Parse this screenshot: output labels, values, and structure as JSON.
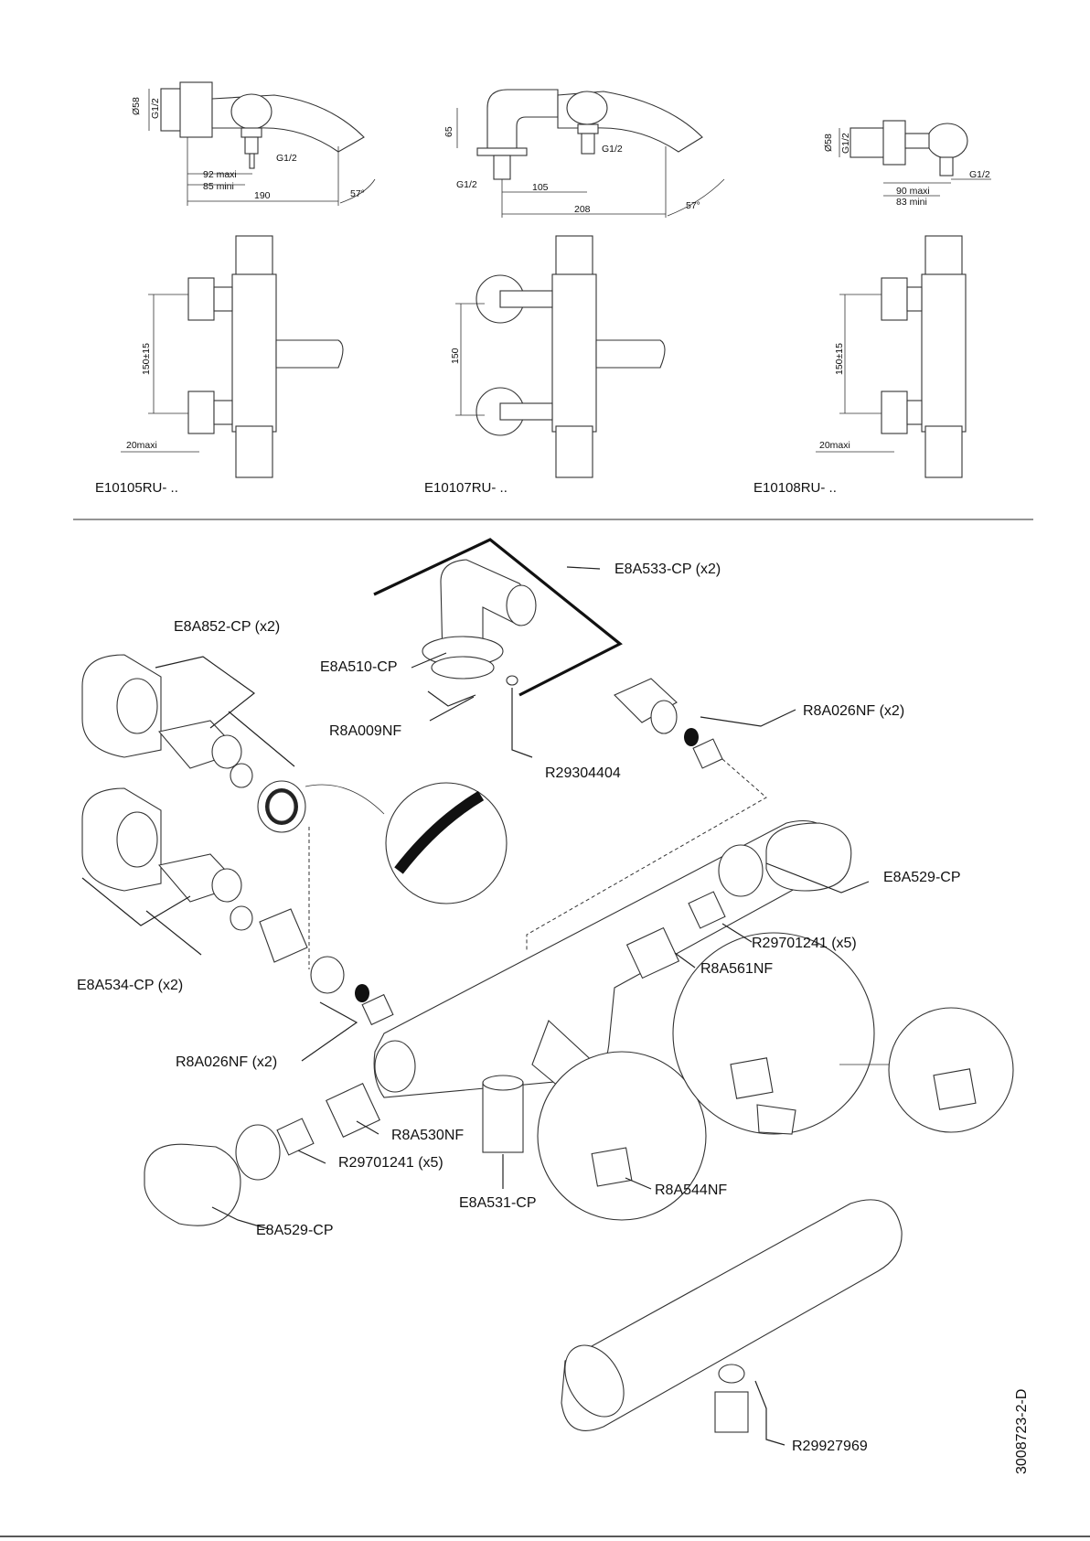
{
  "models": [
    {
      "code": "E10105RU- ..",
      "dims": {
        "diameter": "Ø58",
        "thread_top": "G1/2",
        "thread_side": "G1/2",
        "max": "92 maxi",
        "min": "85 mini",
        "length": "190",
        "angle": "57°",
        "spacing": "150±15",
        "depth": "20maxi"
      }
    },
    {
      "code": "E10107RU- ..",
      "dims": {
        "height": "65",
        "thread_a": "G1/2",
        "thread_b": "G1/2",
        "offset": "105",
        "length": "208",
        "angle": "57°",
        "spacing": "150"
      }
    },
    {
      "code": "E10108RU- ..",
      "dims": {
        "diameter": "Ø58",
        "thread_top": "G1/2",
        "thread_side": "G1/2",
        "max": "90 maxi",
        "min": "83 mini",
        "spacing": "150±15",
        "depth": "20maxi"
      }
    }
  ],
  "parts": {
    "e8a533": "E8A533-CP  (x2)",
    "e8a852": "E8A852-CP  (x2)",
    "e8a510": "E8A510-CP",
    "r8a009": "R8A009NF",
    "r29304404": "R29304404",
    "r8a026_top": "R8A026NF  (x2)",
    "e8a529_right": "E8A529-CP",
    "r29701241_right": "R29701241  (x5)",
    "r8a561": "R8A561NF",
    "e8a534": "E8A534-CP  (x2)",
    "r8a026_left": "R8A026NF  (x2)",
    "r8a530": "R8A530NF",
    "r29701241_left": "R29701241  (x5)",
    "e8a531": "E8A531-CP",
    "r8a544": "R8A544NF",
    "e8a529_left": "E8A529-CP",
    "r29927969": "R29927969"
  },
  "doc_ref": "3008723-2-D"
}
